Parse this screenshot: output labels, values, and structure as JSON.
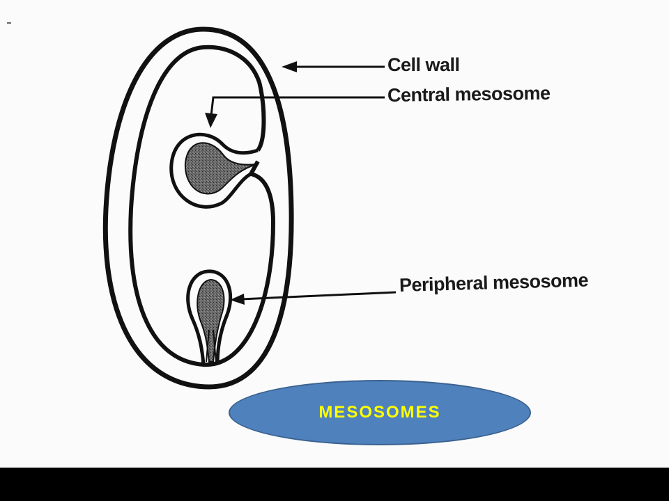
{
  "labels": {
    "cell_wall": "Cell wall",
    "central_mesosome": "Central mesosome",
    "peripheral_mesosome": "Peripheral mesosome"
  },
  "title": "MESOSOMES",
  "colors": {
    "oval_fill": "#4f81bd",
    "title_text": "#ffff00",
    "line": "#111111",
    "mesosome_fill": "#555555"
  }
}
